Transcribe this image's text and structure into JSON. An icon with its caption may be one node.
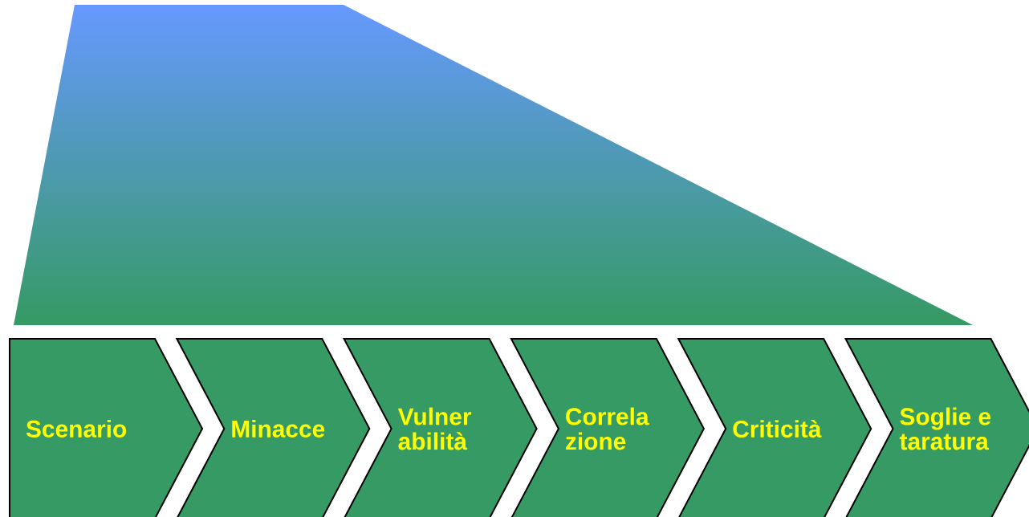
{
  "diagram": {
    "nodes": [
      {
        "text": [
          "Scenario"
        ]
      },
      {
        "text": [
          "Minacce"
        ]
      },
      {
        "text": [
          "Vulner abilità"
        ]
      },
      {
        "text": [
          "Correla zione"
        ]
      },
      {
        "text": [
          "Criticità"
        ]
      },
      {
        "text": [
          "Soglie e taratura"
        ]
      }
    ]
  }
}
